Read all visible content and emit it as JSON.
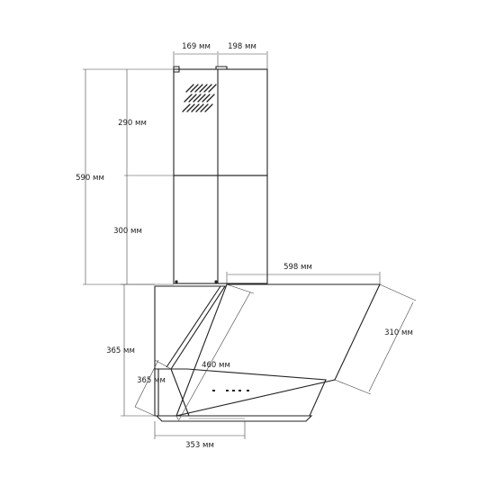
{
  "dimensions": {
    "chimney_depth": "169 мм",
    "chimney_width": "198 мм",
    "upper_chimney_height": "290 мм",
    "lower_chimney_height": "300 мм",
    "total_chimney_height": "590 мм",
    "hood_width": "598 мм",
    "panel_depth": "310 мм",
    "body_height": "365 мм",
    "front_panel_height": "365 мм",
    "panel_length": "460 мм",
    "base_depth": "353 мм"
  },
  "colors": {
    "line": "#222222",
    "dimension_line": "#444444",
    "background": "#ffffff"
  }
}
